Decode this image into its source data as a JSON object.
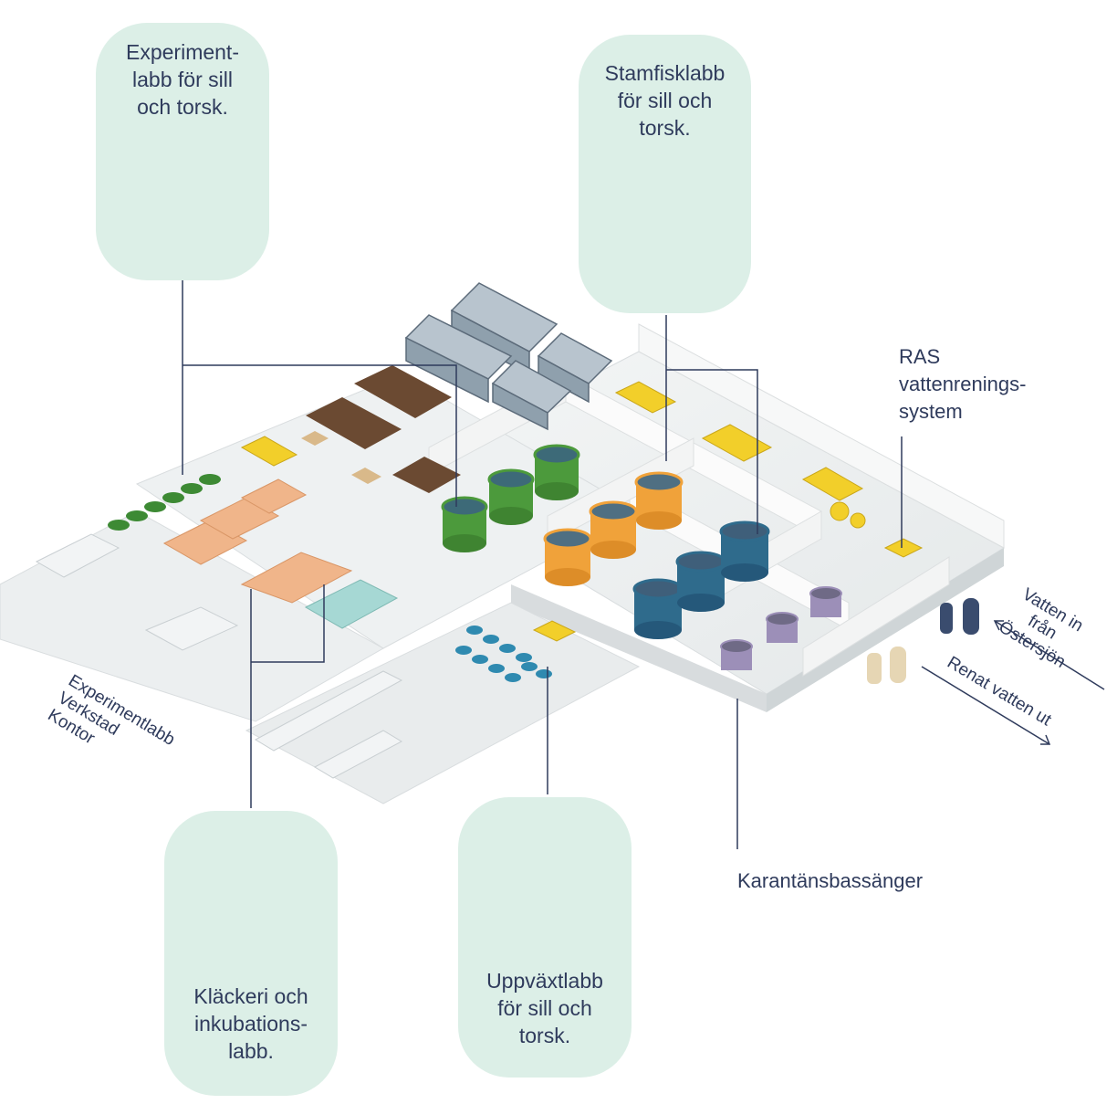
{
  "callouts": {
    "experiment_lab": "Experiment-\nlabb för sill\noch torsk.",
    "broodstock_lab": "Stamfisklabb\nför sill och\ntorsk.",
    "hatchery_lab": "Kläckeri och\ninkubations-\nlabb.",
    "rearing_lab": "Uppväxtlabb\nför sill och\ntorsk."
  },
  "labels": {
    "ras_system": "RAS\nvattenrenings-\nsystem",
    "quarantine": "Karantänsbassänger",
    "water_in": "Vatten in\nfrån Östersjön",
    "water_out": "Renat vatten ut",
    "west_rooms": "Experimentlabb\nVerkstad\nKontor"
  },
  "colors": {
    "card": "#dcefe7",
    "text": "#2f3b5c",
    "tank_green": "#4c9a3c",
    "tank_orange": "#f0a23a",
    "tank_blue": "#2f6b8c",
    "tank_purple": "#9c8fb8",
    "equipment_yellow": "#f2cf2a"
  }
}
